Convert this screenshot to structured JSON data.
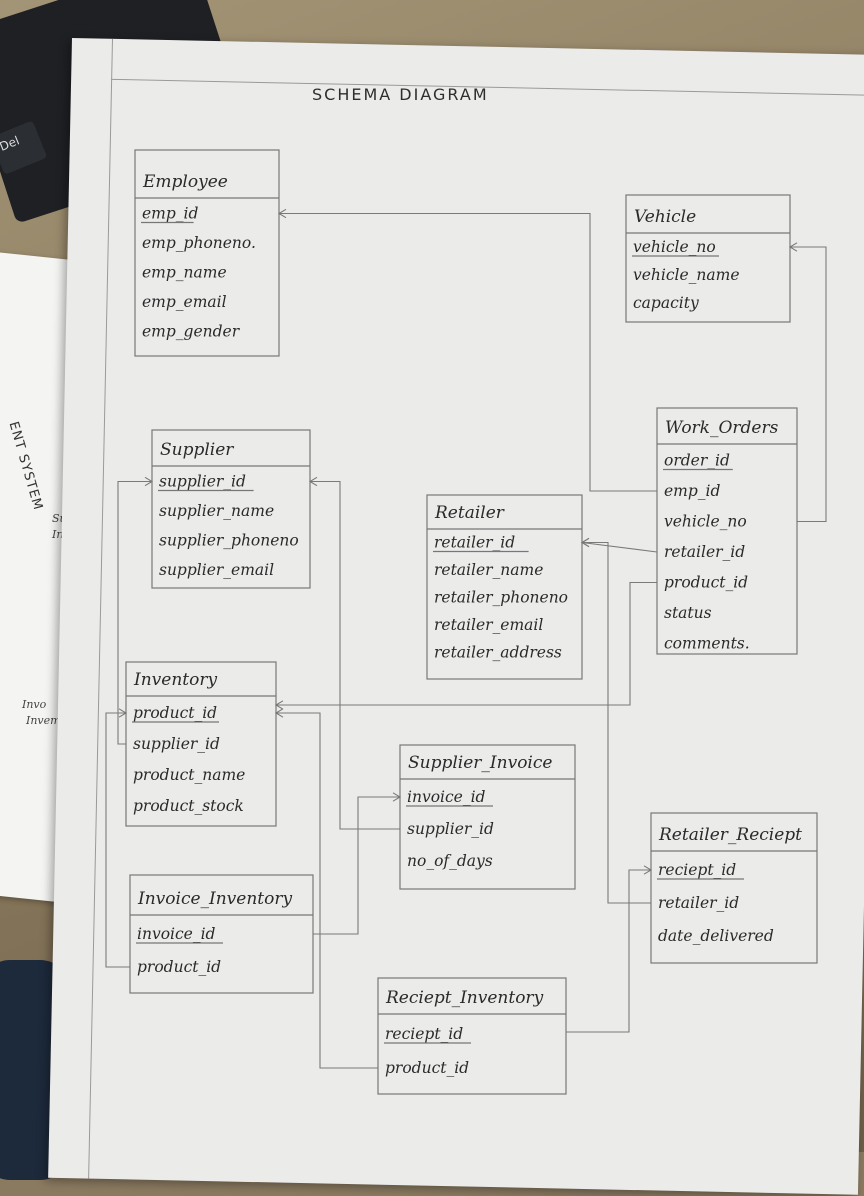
{
  "background": {
    "keyboard_key": "Del",
    "under_sheet_text": "ENT SYSTEM",
    "under_sheet_fragments": [
      "Sup",
      "Inv",
      "Invo",
      "Invem"
    ]
  },
  "diagram": {
    "title": "SCHEMA DIAGRAM",
    "entities": [
      {
        "id": "employee",
        "name": "Employee",
        "attributes": [
          "emp_id",
          "emp_phoneno.",
          "emp_name",
          "emp_email",
          "emp_gender"
        ]
      },
      {
        "id": "vehicle",
        "name": "Vehicle",
        "attributes": [
          "vehicle_no",
          "vehicle_name",
          "capacity"
        ]
      },
      {
        "id": "supplier",
        "name": "Supplier",
        "attributes": [
          "supplier_id",
          "supplier_name",
          "supplier_phoneno",
          "supplier_email"
        ]
      },
      {
        "id": "work_orders",
        "name": "Work_Orders",
        "attributes": [
          "order_id",
          "emp_id",
          "vehicle_no",
          "retailer_id",
          "product_id",
          "status",
          "comments."
        ]
      },
      {
        "id": "retailer",
        "name": "Retailer",
        "attributes": [
          "retailer_id",
          "retailer_name",
          "retailer_phoneno",
          "retailer_email",
          "retailer_address"
        ]
      },
      {
        "id": "inventory",
        "name": "Inventory",
        "attributes": [
          "product_id",
          "supplier_id",
          "product_name",
          "product_stock"
        ]
      },
      {
        "id": "supplier_invoice",
        "name": "Supplier_Invoice",
        "attributes": [
          "invoice_id",
          "supplier_id",
          "no_of_days"
        ]
      },
      {
        "id": "retailer_reciept",
        "name": "Retailer_Reciept",
        "attributes": [
          "reciept_id",
          "retailer_id",
          "date_delivered"
        ]
      },
      {
        "id": "invoice_inventory",
        "name": "Invoice_Inventory",
        "attributes": [
          "invoice_id",
          "product_id"
        ]
      },
      {
        "id": "reciept_inventory",
        "name": "Reciept_Inventory",
        "attributes": [
          "reciept_id",
          "product_id"
        ]
      }
    ],
    "relationships": [
      {
        "from": "work_orders.emp_id",
        "to": "employee.emp_id"
      },
      {
        "from": "work_orders.vehicle_no",
        "to": "vehicle.vehicle_no"
      },
      {
        "from": "work_orders.retailer_id",
        "to": "retailer.retailer_id"
      },
      {
        "from": "work_orders.product_id",
        "to": "inventory.product_id"
      },
      {
        "from": "inventory.supplier_id",
        "to": "supplier.supplier_id"
      },
      {
        "from": "supplier_invoice.supplier_id",
        "to": "supplier.supplier_id"
      },
      {
        "from": "invoice_inventory.invoice_id",
        "to": "supplier_invoice.invoice_id"
      },
      {
        "from": "invoice_inventory.product_id",
        "to": "inventory.product_id"
      },
      {
        "from": "reciept_inventory.reciept_id",
        "to": "retailer_reciept.reciept_id"
      },
      {
        "from": "reciept_inventory.product_id",
        "to": "inventory.product_id"
      },
      {
        "from": "retailer_reciept.retailer_id",
        "to": "retailer.retailer_id"
      }
    ]
  }
}
